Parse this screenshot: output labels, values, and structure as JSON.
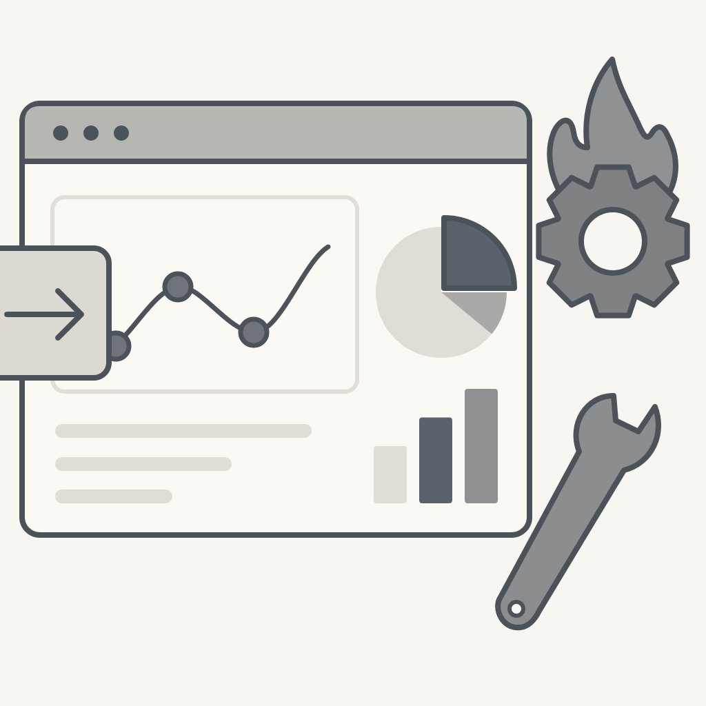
{
  "palette": {
    "background": "#f8f6f0",
    "outline": "#4b5259",
    "window_fill": "#fbf9f3",
    "titlebar": "#b6b6b3",
    "placeholder": "#dfddd6",
    "panel_outline": "#e0ded7",
    "slate": "#5a636b",
    "mid_gray": "#8e9092",
    "light_gray": "#a9aaa8",
    "gear": "#7f8182",
    "flame": "#8f9192",
    "wrench": "#8b8d8e",
    "tab_fill": "#dcdad3",
    "marker_fill": "#6e747a"
  },
  "window": {
    "controls": [
      "dot",
      "dot",
      "dot"
    ],
    "text_line_placeholders": 3
  },
  "line_chart": {
    "markers": 3
  },
  "pie_chart": {
    "slices": [
      {
        "share": 0.64,
        "color_key": "placeholder"
      },
      {
        "share": 0.11,
        "color_key": "light_gray"
      },
      {
        "share": 0.25,
        "color_key": "slate",
        "exploded": true
      }
    ]
  },
  "bar_chart": {
    "levels": [
      0.5,
      0.75,
      1.0
    ],
    "color_keys": [
      "placeholder",
      "slate",
      "mid_gray"
    ]
  },
  "icons": [
    "arrow-right-icon",
    "flame-icon",
    "gear-icon",
    "wrench-icon"
  ]
}
